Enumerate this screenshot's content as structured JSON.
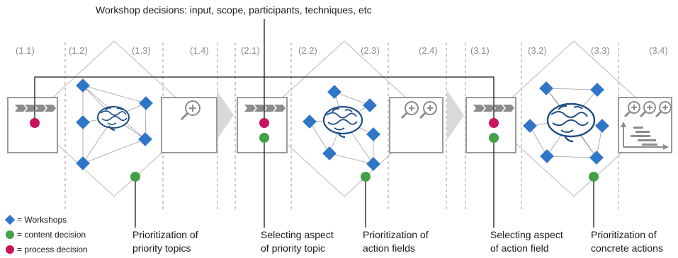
{
  "top_caption": "Workshop decisions: input, scope, participants, techniques, etc",
  "stages": [
    "(1.1)",
    "(1.2)",
    "(1.3)",
    "(1.4)",
    "(2.1)",
    "(2.2)",
    "(2.3)",
    "(2.4)",
    "(3.1)",
    "(3.2)",
    "(3.3)",
    "(3.4)"
  ],
  "captions": {
    "c1": [
      "Prioritization of",
      "priority topics"
    ],
    "c2": [
      "Selecting aspect",
      "of priority topic"
    ],
    "c3": [
      "Prioritization of",
      "action fields"
    ],
    "c4": [
      "Selecting aspect",
      "of action field"
    ],
    "c5": [
      "Prioritization of",
      "concrete actions"
    ]
  },
  "legend": {
    "workshops": "= Workshops",
    "content": "= content decision",
    "process": "= process decision"
  },
  "colors": {
    "workshop": "#2f75c8",
    "content_decision": "#43a047",
    "process_decision": "#c8135f",
    "box_border": "#9a9a9a",
    "dashed_lines": "#9a9a9a",
    "arrow": "#d9d9d9"
  }
}
